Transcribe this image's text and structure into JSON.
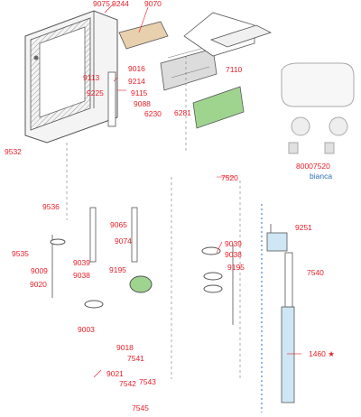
{
  "part_labels": {
    "p9075": "9075",
    "p9244": "9244",
    "p9070": "9070",
    "p9016": "9016",
    "p7110": "7110",
    "p9113": "9113",
    "p9214": "9214",
    "p9225": "9225",
    "p9115": "9115",
    "p9088": "9088",
    "p6230": "6230",
    "p6281": "6281",
    "p9532": "9532",
    "p7520": "7520",
    "p9536": "9536",
    "p9065": "9065",
    "p9074": "9074",
    "p9535": "9535",
    "p9039a": "9039",
    "p9038a": "9038",
    "p9195a": "9195",
    "p9039b": "9039",
    "p9038b": "9038",
    "p9195b": "9195",
    "p9009": "9009",
    "p9020": "9020",
    "p9003": "9003",
    "p9018": "9018",
    "p7541": "7541",
    "p9021": "9021",
    "p7542": "7542",
    "p7543": "7543",
    "p7545": "7545",
    "p9251": "9251",
    "p7540": "7540",
    "p1460": "1460",
    "p80007520": "80007520"
  },
  "variant": {
    "code": "80007520",
    "color_name": "bianca"
  },
  "marker": {
    "star": "★"
  },
  "colors": {
    "label_red": "#e8202a",
    "variant_blue": "#2c6fb6",
    "line_gray": "#555555",
    "part_gray": "#b9b9b9",
    "accent_green": "#9fd48f",
    "accent_blue": "#cfe6f5",
    "accent_pink": "#e9b9c9",
    "accent_tan": "#e8cfae"
  }
}
